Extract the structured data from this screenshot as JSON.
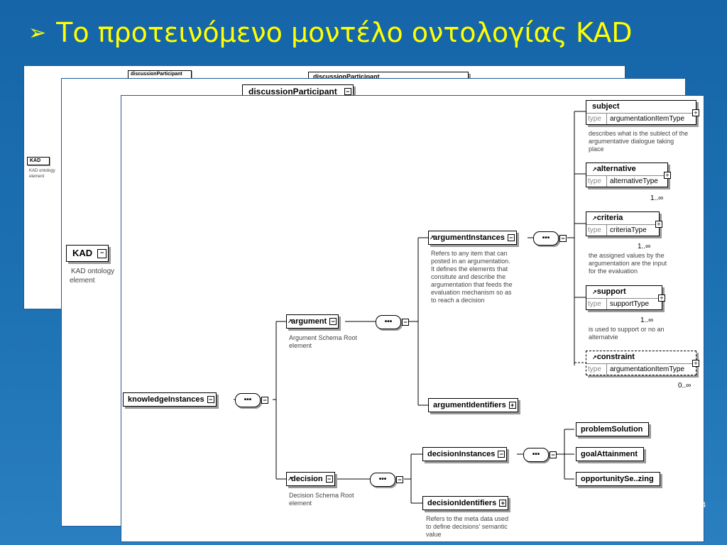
{
  "slide": {
    "bullet_icon": "arrow-bullet-icon",
    "title": "Το προτεινόμενο μοντέλο οντολογίας KAD",
    "page_number": "4"
  },
  "back_sheet_1": {
    "root": "KAD",
    "root_note": "KAD ontology element",
    "child": "discussionParticipant",
    "child2": "discussionParticipant"
  },
  "back_sheet_2": {
    "root": "KAD",
    "root_note_1": "KAD ontology",
    "root_note_2": "element",
    "child": "discussionParticipant"
  },
  "diagram": {
    "root": "knowledgeInstances",
    "argument": {
      "name": "argument",
      "note_1": "Argument Schema Root",
      "note_2": "element"
    },
    "decision": {
      "name": "decision",
      "note_1": "Decision Schema Root",
      "note_2": "element"
    },
    "argumentInstances": {
      "name": "argumentInstances",
      "note": [
        "Refers to any item that can",
        "posted in an argumentation.",
        "It defines the elements that",
        "consitute and describe the",
        "argumentation that feeds the",
        "evaluation mechanism so as",
        "to reach a decision"
      ]
    },
    "argumentIdentifiers": "argumentIdentifiers",
    "decisionInstances": "decisionInstances",
    "decisionIdentifiers": {
      "name": "decisionIdentifiers",
      "note": [
        "Refers to the meta data used",
        "to define decisions' semantic",
        "value"
      ]
    },
    "type_label": "type",
    "subject": {
      "name": "subject",
      "type": "argumentationItemType",
      "note": [
        "describes what is the sublect of the",
        "argumentative dialogue taking",
        "place"
      ]
    },
    "alternative": {
      "name": "alternative",
      "type": "alternativeType",
      "card": "1..∞"
    },
    "criteria": {
      "name": "criteria",
      "type": "criteriaType",
      "card": "1..∞",
      "note": [
        "the assigned values by the",
        "argumentation are the input",
        "for the evaluation"
      ]
    },
    "support": {
      "name": "support",
      "type": "supportType",
      "card": "1..∞",
      "note": [
        "is used to support or no an",
        "alternatvie"
      ]
    },
    "constraint": {
      "name": "constraint",
      "type": "argumentationItemType",
      "card": "0..∞"
    },
    "problemSolution": "problemSolution",
    "goalAttainment": "goalAttainment",
    "opportunitySeizing": "opportunitySe..zing",
    "sequence_symbol": "•••"
  }
}
